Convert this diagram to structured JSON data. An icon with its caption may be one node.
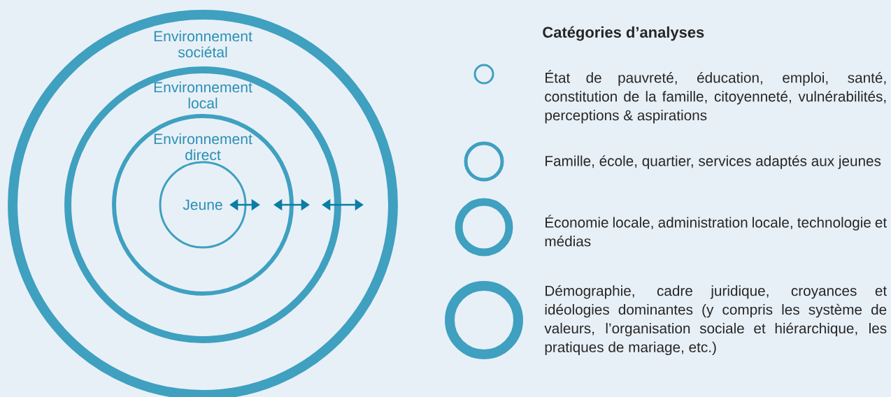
{
  "diagram": {
    "nodes": [
      {
        "text": [
          "Environnement sociétal"
        ]
      },
      {
        "text": [
          "Environnement local"
        ],
        "in": 0
      },
      {
        "text": [
          "Environnement direct"
        ],
        "in": 1
      },
      {
        "text": [
          "Jeune"
        ],
        "in": 2
      }
    ],
    "labels": [
      "Catégories d’analyses"
    ],
    "legend": [
      {
        "text": "État de pauvreté, éducation, emploi, santé, constitution de la famille, citoyenneté, vulnérabilités, perceptions & aspirations"
      },
      {
        "text": "Famille, école, quartier, services adaptés aux jeunes"
      },
      {
        "text": "Économie locale, administration locale, technologie et médias"
      },
      {
        "text": "Démographie, cadre juridique, croyances et idéologies dominantes (y compris les système de valeurs, l’organisation sociale et hiérarchique, les pratiques de mariage, etc.)"
      }
    ]
  }
}
